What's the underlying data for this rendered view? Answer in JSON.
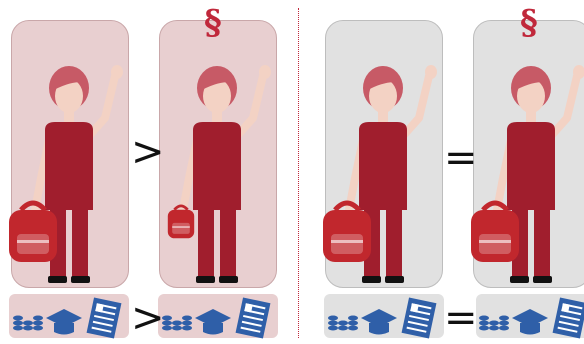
{
  "left_panel": {
    "comparison_top": ">",
    "comparison_bottom": ">",
    "symbol": "§",
    "theme": "pink",
    "bag_sizes": [
      "large",
      "small"
    ]
  },
  "right_panel": {
    "comparison_top": "=",
    "comparison_bottom": "=",
    "symbol": "§",
    "theme": "grey",
    "bag_sizes": [
      "large",
      "large"
    ]
  },
  "colors": {
    "figure": "#a01e2d",
    "hair": "#c75a66",
    "skin": "#f3d2c4",
    "bag": "#c1272d",
    "icons": "#2f5fa8",
    "paragraph": "#c0283b"
  },
  "icons": [
    "coins-icon",
    "graduation-cap-icon",
    "document-icon"
  ]
}
